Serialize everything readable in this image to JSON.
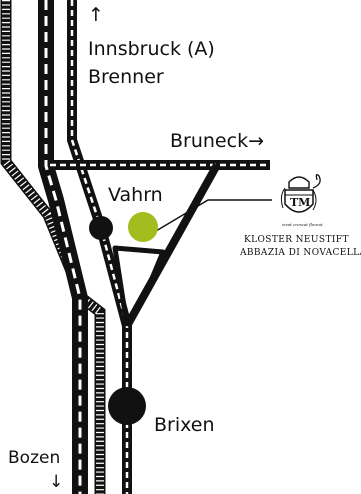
{
  "labels": {
    "north_arrow": "↑",
    "north_line1": "Innsbruck (A)",
    "north_line2": "Brenner",
    "east": "Bruneck→",
    "town_vahrn": "Vahrn",
    "town_brixen": "Brixen",
    "south": "Bozen",
    "south_arrow": "↓"
  },
  "logo": {
    "line1": "KLOSTER NEUSTIFT",
    "line2": "ABBAZIA DI NOVACELLA",
    "motto": "vivat crescat floreat"
  },
  "colors": {
    "road": "#111111",
    "background": "#ffffff",
    "monastery_marker": "#a3bd1e"
  },
  "icons": {
    "monastery": "abbey-crest-icon",
    "town": "town-dot-icon",
    "destination": "monastery-location-icon"
  }
}
